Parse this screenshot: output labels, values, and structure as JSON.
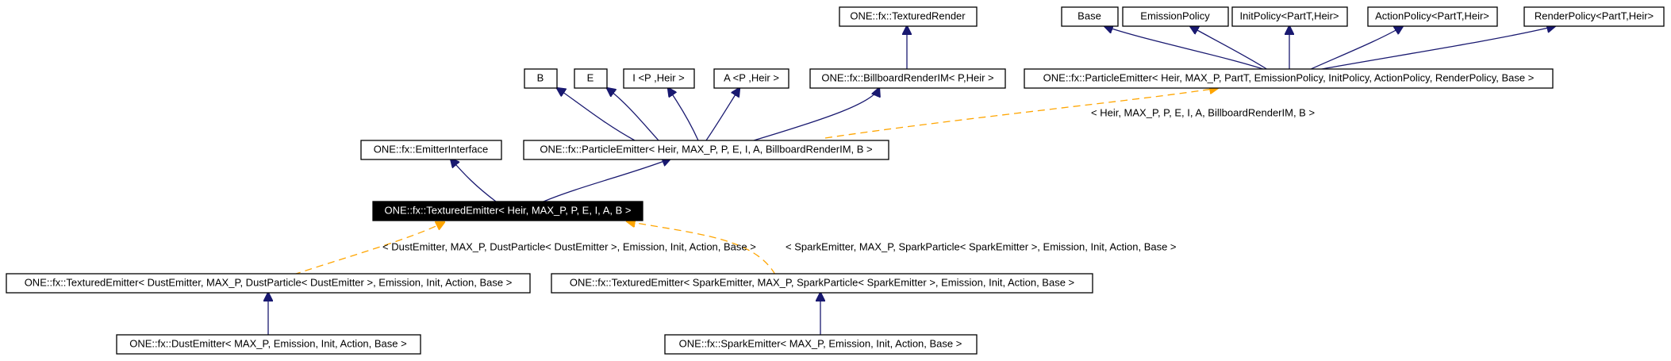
{
  "colors": {
    "inherit_edge": "#191970",
    "template_edge": "#ffa500",
    "highlight_fill": "#000000",
    "highlight_text": "#ffffff"
  },
  "nodes": {
    "textured_render": "ONE::fx::TexturedRender",
    "base": "Base",
    "emission_policy": "EmissionPolicy",
    "init_policy": "InitPolicy<PartT,Heir>",
    "action_policy": "ActionPolicy<PartT,Heir>",
    "render_policy": "RenderPolicy<PartT,Heir>",
    "b": "B",
    "e": "E",
    "i": "I <P ,Heir >",
    "a": "A <P ,Heir >",
    "billboard_render_im": "ONE::fx::BillboardRenderIM< P,Heir >",
    "particle_emitter_template": "ONE::fx::ParticleEmitter< Heir, MAX_P, PartT, EmissionPolicy, InitPolicy, ActionPolicy, RenderPolicy, Base >",
    "emitter_interface": "ONE::fx::EmitterInterface",
    "particle_emitter_inst": "ONE::fx::ParticleEmitter< Heir, MAX_P, P, E, I, A, BillboardRenderIM, B >",
    "textured_emitter": "ONE::fx::TexturedEmitter< Heir, MAX_P, P, E, I, A, B >",
    "textured_emitter_dust": "ONE::fx::TexturedEmitter< DustEmitter, MAX_P, DustParticle< DustEmitter >, Emission, Init, Action, Base >",
    "textured_emitter_spark": "ONE::fx::TexturedEmitter< SparkEmitter, MAX_P, SparkParticle< SparkEmitter >, Emission, Init, Action, Base >",
    "dust_emitter": "ONE::fx::DustEmitter< MAX_P, Emission, Init, Action, Base >",
    "spark_emitter": "ONE::fx::SparkEmitter< MAX_P, Emission, Init, Action, Base >"
  },
  "edge_labels": {
    "particle_emitter_inst": "< Heir, MAX_P, P, E, I, A, BillboardRenderIM, B >",
    "dust": "< DustEmitter, MAX_P, DustParticle< DustEmitter >, Emission, Init, Action, Base >",
    "spark": "< SparkEmitter, MAX_P, SparkParticle< SparkEmitter >, Emission, Init, Action, Base >"
  }
}
